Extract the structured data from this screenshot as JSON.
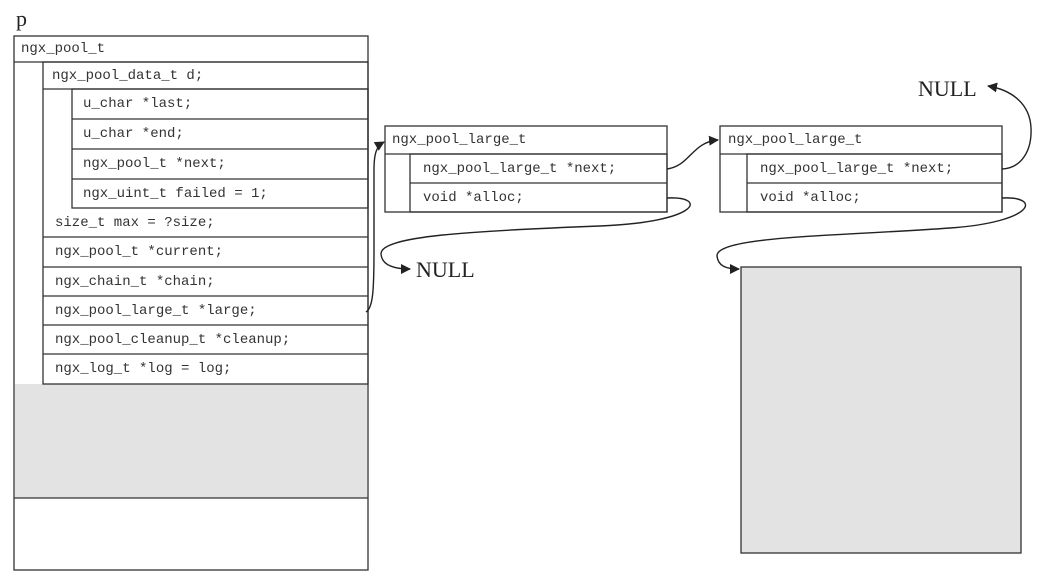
{
  "labels": {
    "pointer_var": "p",
    "null_top": "NULL",
    "null_mid": "NULL"
  },
  "pool": {
    "header": "ngx_pool_t",
    "data": {
      "header": "ngx_pool_data_t d;",
      "fields": [
        "u_char *last;",
        "u_char *end;",
        "ngx_pool_t *next;",
        "ngx_uint_t failed = 1;"
      ]
    },
    "fields": [
      "size_t max = ?size;",
      "ngx_pool_t *current;",
      "ngx_chain_t *chain;",
      "ngx_pool_large_t *large;",
      "ngx_pool_cleanup_t *cleanup;",
      "ngx_log_t *log = log;"
    ]
  },
  "large1": {
    "header": "ngx_pool_large_t",
    "fields": [
      "ngx_pool_large_t *next;",
      "void *alloc;"
    ]
  },
  "large2": {
    "header": "ngx_pool_large_t",
    "fields": [
      "ngx_pool_large_t *next;",
      "void *alloc;"
    ]
  },
  "colors": {
    "line": "#333333",
    "memory_fill": "#e3e3e3",
    "text": "#333333"
  }
}
